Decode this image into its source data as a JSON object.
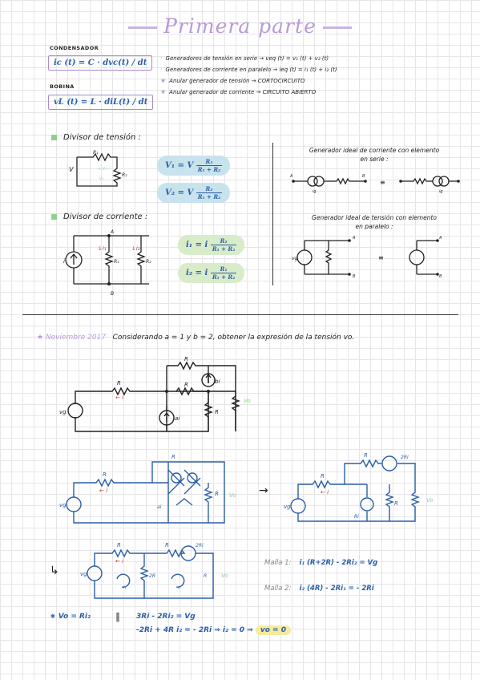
{
  "title": "Primera parte",
  "condensador": {
    "label": "CONDENSADOR",
    "formula": "ic (t) = C · dvc(t) / dt"
  },
  "bobina": {
    "label": "BOBINA",
    "formula": "vL (t) = L · diL(t) / dt"
  },
  "notes": [
    "Generadores de tensión en serie → veq (t) = v₁ (t) + v₂ (t)",
    "Generadores de corriente en paralelo → ieq (t) = i₁ (t) + i₂ (t)",
    "Anular generador de tensión → CORTOCIRCUITO",
    "Anular generador de corriente → CIRCUITO ABIERTO"
  ],
  "divisor_tension": {
    "label": "Divisor de tensión :",
    "formula1": "V₁ = V",
    "num1": "R₁",
    "den1": "R₁ + R₂",
    "formula2": "V₂ = V",
    "num2": "R₂",
    "den2": "R₁ + R₂"
  },
  "divisor_corriente": {
    "label": "Divisor de corriente :",
    "formula1": "i₁ = i",
    "num1": "R₂",
    "den1": "R₁ + R₂",
    "formula2": "i₂ = i",
    "num2": "R₁",
    "den2": "R₁ + R₂"
  },
  "ideal_tension": {
    "title_line1": "Generador ideal de corriente con elemento",
    "title_line2": "en serie :"
  },
  "ideal_corriente": {
    "title_line1": "Generador ideal de tensión con elemento",
    "title_line2": "en paralelo :"
  },
  "problem": {
    "date": "Noviembre 2017",
    "statement": "Considerando a = 1 y b = 2, obtener la expresión de la tensión vo."
  },
  "mallas": {
    "malla1_label": "Malla 1:",
    "malla1_eq": "i₁ (R+2R) - 2Ri₂ = Vg",
    "malla2_label": "Malla 2:",
    "malla2_eq": "i₂ (4R) - 2Ri₁ = - 2Ri"
  },
  "solution": {
    "vo_eq": "Vo = Ri₂",
    "eq1": "3Ri - 2Ri₂ = Vg",
    "eq2": "-2Ri + 4R i₂ = - 2Ri  ⇒  i₂ = 0  ⇒",
    "result": "vo = 0"
  },
  "colors": {
    "title": "#b79ad8",
    "ink_blue": "#2c5fa8",
    "pill_blue": "#c8e3ee",
    "pill_green": "#d9ecc9",
    "highlight": "#f4eb9e",
    "accent_red": "#d0302a",
    "bullet_green": "#8fd08f"
  }
}
